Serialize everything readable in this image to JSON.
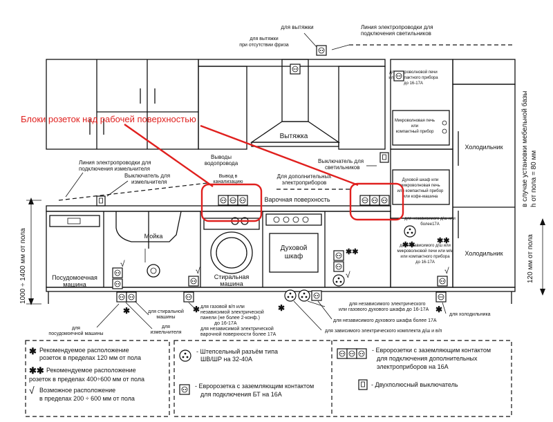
{
  "overlay_title": "Блоки розеток над рабочей поверхностью",
  "labels": {
    "hood_line1": "для вытяжки",
    "hood_small_1": "для вытяжки",
    "hood_small_2": "при отсутствии фриза",
    "light_line_1": "Линия электропроводки для",
    "light_line_2": "подключения светильников",
    "hood": "Вытяжка",
    "mw_top_1": "для микроволновой печи",
    "mw_top_2": "или компактного прибора",
    "mw_top_3": "до 16-17А",
    "mw_box_1": "Микроволновая печь",
    "mw_box_2": "или",
    "mw_box_3": "компактный прибор",
    "fridge_top": "Холодильник",
    "fridge_bottom": "Холодильник",
    "base_note_1": "в случае установки мебельной базы",
    "base_note_2": "h от пола = 80 мм",
    "meas_line_1": "Линия электропроводки для",
    "meas_line_2": "подключения измельчителя",
    "switch_meas_1": "Выключатель для",
    "switch_meas_2": "измельчителя",
    "water_1": "Выводы",
    "water_2": "водопровода",
    "water_sewer_1": "Вывод в",
    "water_sewer_2": "канализацию",
    "switch_light_1": "Выключатель для",
    "switch_light_2": "светильников",
    "extra_1": "Для дополнительных",
    "extra_2": "электроприборов",
    "hob": "Варочная поверхность",
    "oven_cab_1": "Духовой шкаф или",
    "oven_cab_2": "микроволновая печь",
    "oven_cab_3": "или компактный прибор",
    "oven_cab_4": "или кофе-машина",
    "indep_1": "для независимого д/ш или",
    "indep_2": "более17А",
    "indep_3": "для независимого д/ш или",
    "indep_4": "микроволновой печи или м/м",
    "indep_5": "или компактного прибора",
    "indep_6": "до 16-17А",
    "height_left": "1000 ÷ 1400 мм от пола",
    "height_right": "120 мм от пола",
    "sink": "Мойка",
    "dishwasher_1": "Посудомоечная",
    "dishwasher_2": "машина",
    "washer_1": "Стиральная",
    "washer_2": "машина",
    "oven_1": "Духовой",
    "oven_2": "шкаф",
    "for_washer_1": "для стиральной",
    "for_washer_2": "машины",
    "for_meas_1": "для",
    "for_meas_2": "измельчителя",
    "for_dish_1": "для",
    "for_dish_2": "посудомоечной машины",
    "gas_1": "для газовой в/п или",
    "gas_2": "независимой электрической",
    "gas_3": "панели (не более 2-конф.)",
    "gas_4": "до 16-17А",
    "indep_el_1": "для независимой электрической",
    "indep_el_2": "варочной поверхности более 17А",
    "indep_el_3": "для независимого электрического",
    "indep_el_4": "или газового духового шкафа до 16-17А",
    "indep_el_5": "для независимого духового шкафа более 17А",
    "indep_el_6": "для зависимого электрического комплекта д/ш и в/п",
    "for_fridge": "для холодильника"
  },
  "legend": {
    "star1_a": "Рекомендуемое расположение",
    "star1_b": "розеток в пределах 120 мм от пола",
    "star2_a": "Рекомендуемое расположение",
    "star2_b": "розеток в пределах 400÷600 мм от пола",
    "check_a": "Возможное расположение",
    "check_b": "в пределах 200  ÷ 600 мм от пола",
    "plug_a": "- Штепсельный разъём типа",
    "plug_b": "ШВ/ШР на 32-40А",
    "euro_a": "- Евророзетка с заземляющим контактом",
    "euro_b": "для подключения БТ на 16А",
    "block_a": "- Евророзетки с заземляющим контактом",
    "block_b": "для подключения дополнительных",
    "block_c": "электроприборов на 16А",
    "switch_a": "- Двухполюсный выключатель"
  },
  "colors": {
    "highlight": "#e0201e",
    "ink": "#111111"
  }
}
